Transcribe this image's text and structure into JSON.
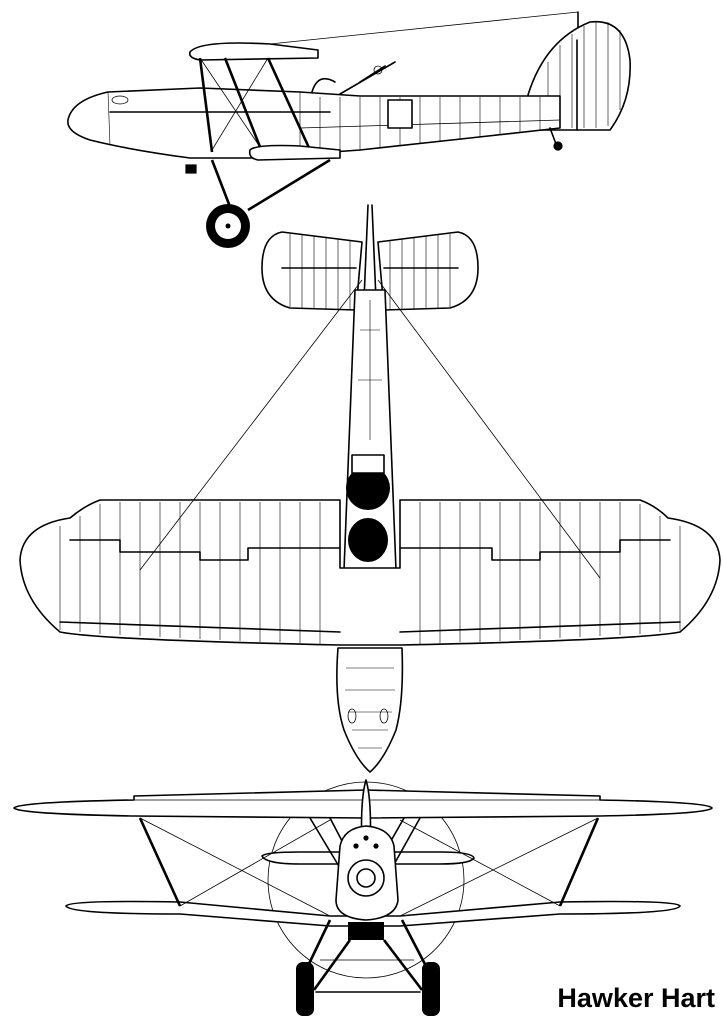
{
  "title": "Hawker Hart",
  "views": [
    {
      "name": "side-view"
    },
    {
      "name": "top-view"
    },
    {
      "name": "front-view"
    }
  ]
}
